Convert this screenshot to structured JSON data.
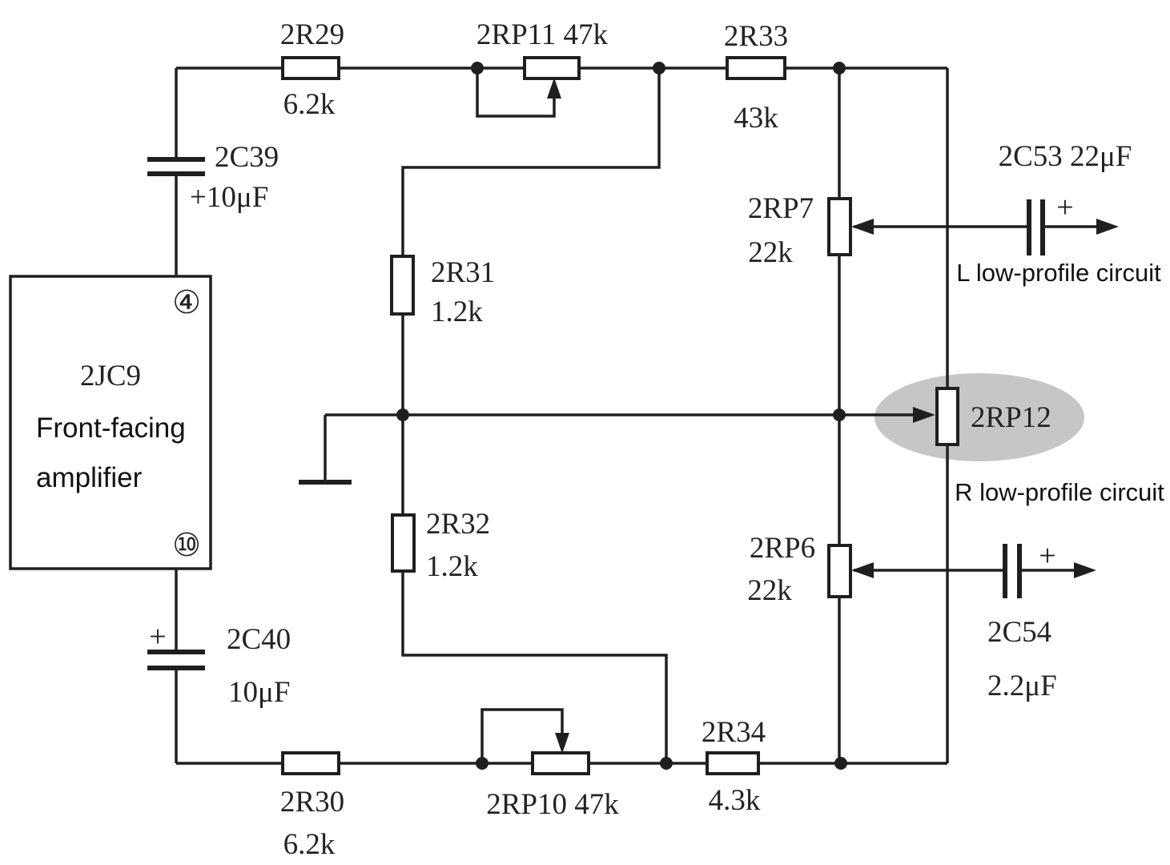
{
  "diagram_title": "stereo preamp tone/volume schematic",
  "colors": {
    "line": "#1f1f1f",
    "highlight_ellipse": "#c6c6c6",
    "background": "#ffffff",
    "text": "#232323"
  },
  "ic": {
    "ref": "2JC9",
    "desc_line1": "Front-facing",
    "desc_line2": "amplifier",
    "pin_top": "④",
    "pin_bottom": "⑩"
  },
  "components": {
    "r29": {
      "ref": "2R29",
      "value": "6.2k"
    },
    "rp11": {
      "ref": "2RP11 47k"
    },
    "r33": {
      "ref": "2R33",
      "value": "43k"
    },
    "c39": {
      "ref": "2C39",
      "value": "+10μF"
    },
    "r31": {
      "ref": "2R31",
      "value": "1.2k"
    },
    "r32": {
      "ref": "2R32",
      "value": "1.2k"
    },
    "c40": {
      "ref": "2C40",
      "value": "10μF"
    },
    "r30": {
      "ref": "2R30",
      "value": "6.2k"
    },
    "rp10": {
      "ref": "2RP10 47k"
    },
    "r34": {
      "ref": "2R34",
      "value": "4.3k"
    },
    "rp7": {
      "ref": "2RP7",
      "value": "22k"
    },
    "rp6": {
      "ref": "2RP6",
      "value": "22k"
    },
    "rp12": {
      "ref": "2RP12"
    },
    "c53": {
      "ref": "2C53 22μF"
    },
    "c54": {
      "ref": "2C54",
      "value": "2.2μF"
    }
  },
  "polarity": {
    "c53": "+",
    "c54": "+",
    "c40": "+"
  },
  "outputs": {
    "left_channel": "L low-profile circuit",
    "right_channel": "R low-profile circuit"
  }
}
